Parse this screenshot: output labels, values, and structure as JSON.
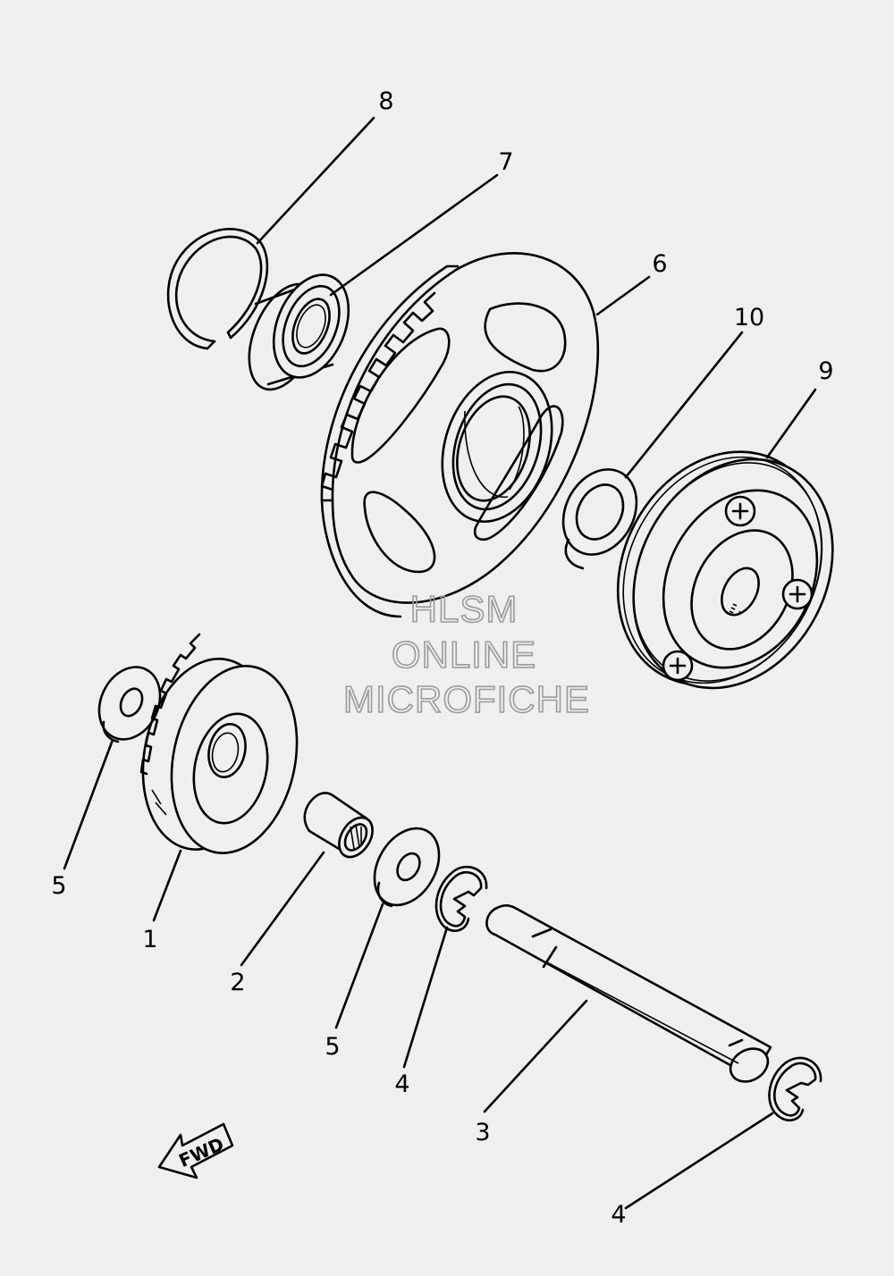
{
  "callouts": [
    {
      "id": "label-8",
      "text": "8"
    },
    {
      "id": "label-7",
      "text": "7"
    },
    {
      "id": "label-6",
      "text": "6"
    },
    {
      "id": "label-10",
      "text": "10"
    },
    {
      "id": "label-9",
      "text": "9"
    },
    {
      "id": "label-5a",
      "text": "5"
    },
    {
      "id": "label-1",
      "text": "1"
    },
    {
      "id": "label-2",
      "text": "2"
    },
    {
      "id": "label-5b",
      "text": "5"
    },
    {
      "id": "label-4a",
      "text": "4"
    },
    {
      "id": "label-3",
      "text": "3"
    },
    {
      "id": "label-4b",
      "text": "4"
    }
  ],
  "watermark": {
    "line1": "HLSM",
    "line2": "ONLINE",
    "line3": "MICROFICHE"
  },
  "fwd_arrow": {
    "text": "FWD"
  },
  "colors": {
    "background": "#efefef",
    "line": "#000000",
    "watermark": "#9a9a9a"
  }
}
